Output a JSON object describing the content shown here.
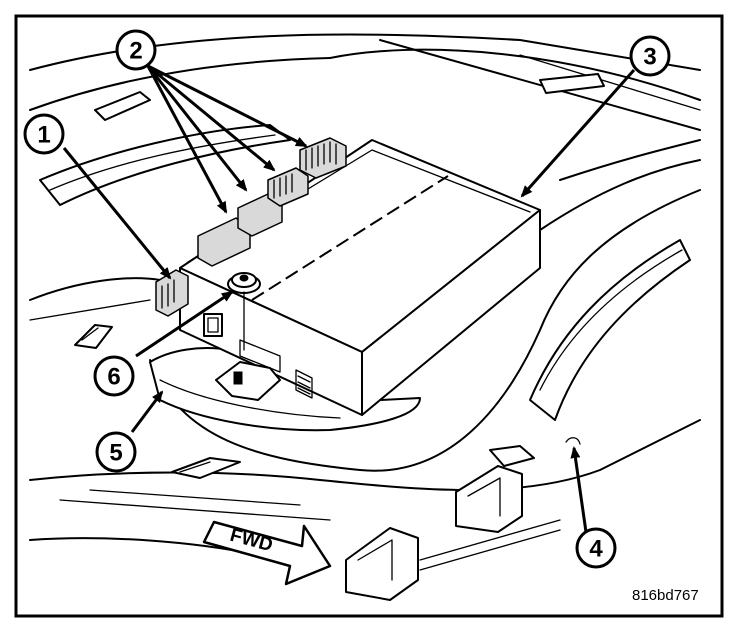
{
  "callouts": [
    {
      "id": "1",
      "label": "1"
    },
    {
      "id": "2",
      "label": "2"
    },
    {
      "id": "3",
      "label": "3"
    },
    {
      "id": "4",
      "label": "4"
    },
    {
      "id": "5",
      "label": "5"
    },
    {
      "id": "6",
      "label": "6"
    }
  ],
  "direction_arrow": {
    "label": "FWD"
  },
  "figure_ref": "816bd767"
}
